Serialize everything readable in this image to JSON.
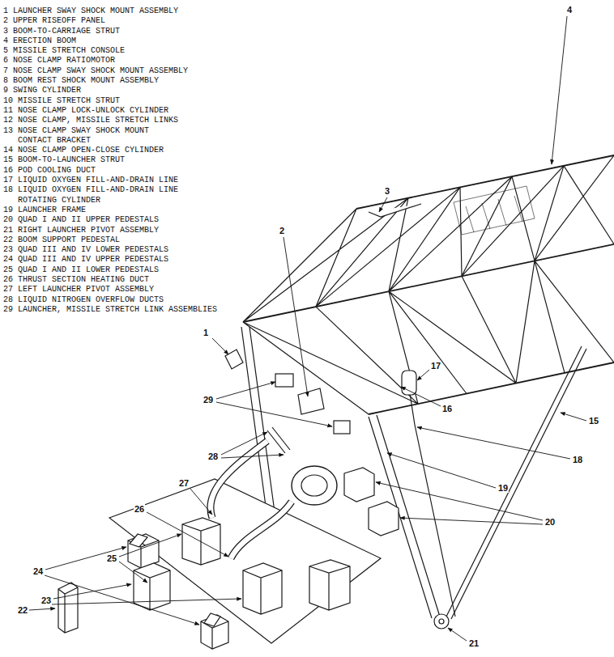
{
  "diagram": {
    "labels": [
      "1 LAUNCHER SWAY SHOCK MOUNT ASSEMBLY",
      "2 UPPER RISEOFF PANEL",
      "3 BOOM-TO-CARRIAGE STRUT",
      "4 ERECTION BOOM",
      "5 MISSILE STRETCH CONSOLE",
      "6 NOSE CLAMP RATIOMOTOR",
      "7 NOSE CLAMP SWAY SHOCK MOUNT ASSEMBLY",
      "8 BOOM REST SHOCK MOUNT ASSEMBLY",
      "9 SWING CYLINDER",
      "10 MISSILE STRETCH STRUT",
      "11 NOSE CLAMP LOCK-UNLOCK CYLINDER",
      "12 NOSE CLAMP, MISSILE STRETCH LINKS",
      "13 NOSE CLAMP SWAY SHOCK MOUNT CONTACT BRACKET",
      "14 NOSE CLAMP OPEN-CLOSE CYLINDER",
      "15 BOOM-TO-LAUNCHER STRUT",
      "16 POD COOLING DUCT",
      "17 LIQUID OXYGEN FILL-AND-DRAIN LINE",
      "18 LIQUID OXYGEN FILL-AND-DRAIN LINE ROTATING CYLINDER",
      "19 LAUNCHER FRAME",
      "20 QUAD I AND II UPPER PEDESTALS",
      "21 RIGHT LAUNCHER PIVOT ASSEMBLY",
      "22 BOOM SUPPORT PEDESTAL",
      "23 QUAD III AND IV LOWER PEDESTALS",
      "24 QUAD III AND IV UPPER PEDESTALS",
      "25 QUAD I AND II LOWER PEDESTALS",
      "26 THRUST SECTION HEATING DUCT",
      "27 LEFT LAUNCHER PIVOT ASSEMBLY",
      "28 LIQUID NITROGEN OVERFLOW DUCTS",
      "29 LAUNCHER, MISSILE STRETCH LINK ASSEMBLIES",
      "4",
      "3",
      "2",
      "1",
      "17",
      "16",
      "29",
      "15",
      "28",
      "18",
      "27",
      "19",
      "26",
      "20",
      "25",
      "24",
      "23",
      "22",
      "21"
    ]
  }
}
